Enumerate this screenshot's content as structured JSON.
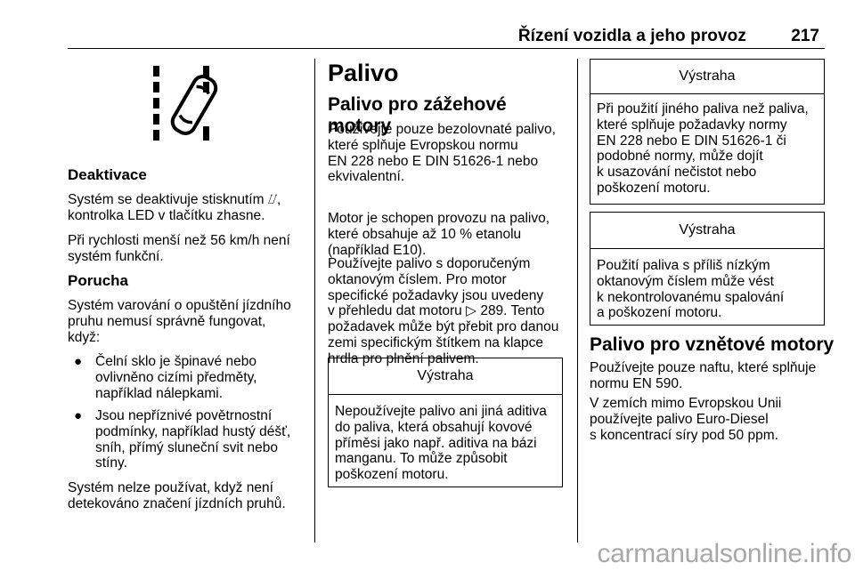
{
  "header": {
    "title": "Řízení vozidla a jeho provoz",
    "page_number": "217"
  },
  "left": {
    "figure": "lane-departure-icon",
    "deactivate_heading": "Deaktivace",
    "deactivate_lines": [
      "Systém se deaktivuje stisknutím ⌰,",
      "kontrolka LED v tlačítku zhasne."
    ],
    "speed_lines": [
      "Při rychlosti menší než 56 km/h není",
      "systém funkční."
    ],
    "fault_heading": "Porucha",
    "fault_intro_lines": [
      "Systém varování o opuštění jízdního",
      "pruhu nemusí správně fungovat,",
      "když:"
    ],
    "bullets": [
      {
        "lines": [
          "Čelní sklo je špinavé nebo",
          "ovlivněno cizími předměty,",
          "například nálepkami."
        ]
      },
      {
        "lines": [
          "Jsou nepříznivé povětrnostní",
          "podmínky, například hustý déšť,",
          "sníh, přímý sluneční svit nebo",
          "stíny."
        ]
      }
    ],
    "closing_lines": [
      "Systém nelze používat, když není",
      "detekováno značení jízdních pruhů."
    ]
  },
  "middle": {
    "title": "Palivo",
    "subtitle": "Palivo pro zážehové motory",
    "p1_lines": [
      "Používejte pouze bezolovnaté palivo,",
      "které splňuje Evropskou normu",
      "EN 228 nebo  E DIN 51626-1 nebo",
      "ekvivalentní."
    ],
    "p2_lines": [
      "Motor je schopen provozu na palivo,",
      "které obsahuje až 10 % etanolu",
      "(například E10)."
    ],
    "p3_lines": [
      "Používejte palivo s doporučeným",
      "oktanovým číslem. Pro motor",
      "specifické požadavky jsou uvedeny",
      "v přehledu dat motoru ▷ 289. Tento",
      "požadavek může být přebit pro danou",
      "zemi specifickým štítkem na klapce",
      "hrdla pro plnění palivem."
    ],
    "warning": {
      "label": "Výstraha",
      "lines": [
        "Nepoužívejte palivo ani jiná aditiva",
        "do paliva, která obsahují kovové",
        "příměsi jako např. aditiva na bázi",
        "manganu. To může způsobit",
        "poškození motoru."
      ]
    }
  },
  "right": {
    "warning1": {
      "label": "Výstraha",
      "lines": [
        "Při použití jiného paliva než paliva,",
        "které splňuje požadavky normy",
        "EN 228 nebo E DIN 51626-1 či",
        "podobné normy, může dojít",
        "k usazování nečistot nebo",
        "poškození motoru."
      ]
    },
    "warning2": {
      "label": "Výstraha",
      "lines": [
        "Použití paliva s příliš nízkým",
        "oktanovým číslem může vést",
        "k nekontrolovanému spalování",
        "a poškození motoru."
      ]
    },
    "diesel_heading": "Palivo pro vznětové motory",
    "d1_lines": [
      "Používejte pouze naftu, které splňuje",
      "normu EN 590."
    ],
    "d2_lines": [
      "V zemích mimo Evropskou Unii",
      "používejte palivo Euro-Diesel",
      "s koncentrací síry pod 50 ppm."
    ]
  },
  "watermark": "carmanualsonline.info"
}
